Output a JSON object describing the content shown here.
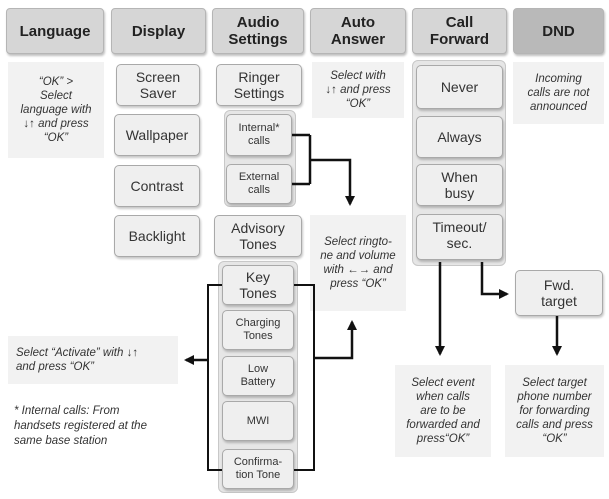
{
  "headers": {
    "language": "Language",
    "display": "Display",
    "audio_settings": "Audio\nSettings",
    "auto_answer": "Auto\nAnswer",
    "call_forward": "Call\nForward",
    "dnd": "DND"
  },
  "notes": {
    "language": "“OK” >\nSelect\nlanguage with\n↓↑ and press\n“OK”",
    "auto_answer": "Select with\n↓↑ and press\n“OK”",
    "dnd": "Incoming\ncalls are not\nannounced",
    "ringtone": "Select ringto-\nne and volume\nwith ←→ and\npress “OK”",
    "activate": "Select “Activate” with ↓↑\nand press “OK”",
    "footnote": "* Internal calls: From\nhandsets registered at the\nsame base station",
    "select_event": "Select event\nwhen calls\nare to be\nforwarded and\npress“OK”",
    "select_target": "Select target\nphone number\nfor forwarding\ncalls and press\n“OK”"
  },
  "display_items": [
    "Screen\nSaver",
    "Wallpaper",
    "Contrast",
    "Backlight"
  ],
  "audio": {
    "ringer_settings": "Ringer\nSettings",
    "internal_calls": "Internal*\ncalls",
    "external_calls": "External\ncalls",
    "advisory_tones": "Advisory\nTones",
    "key_tones": "Key\nTones",
    "charging_tones": "Charging\nTones",
    "low_battery": "Low\nBattery",
    "mwi": "MWI",
    "confirmation_tone": "Confirma-\ntion Tone"
  },
  "call_forward_items": {
    "never": "Never",
    "always": "Always",
    "when_busy": "When\nbusy",
    "timeout": "Timeout/\nsec.",
    "fwd_target": "Fwd.\ntarget"
  }
}
